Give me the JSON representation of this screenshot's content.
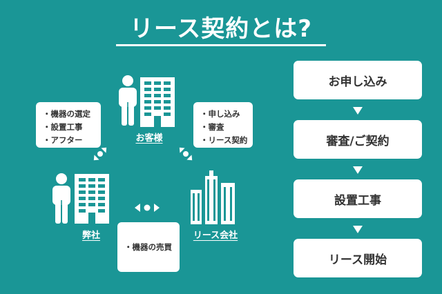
{
  "title": "リース契約とは?",
  "entities": {
    "customer_label": "お客様",
    "company_label": "弊社",
    "leasing_label": "リース会社"
  },
  "notes": {
    "customer_company": [
      "・機器の選定",
      "・設置工事",
      "・アフター"
    ],
    "customer_leasing": [
      "・申し込み",
      "・審査",
      "・リース契約"
    ],
    "company_leasing": [
      "・機器の売買"
    ]
  },
  "flow": {
    "steps": [
      "お申し込み",
      "審査/ご契約",
      "設置工事",
      "リース開始"
    ]
  },
  "colors": {
    "background": "#1a9696",
    "card": "#ffffff",
    "text": "#333333"
  },
  "icons": [
    "person-icon",
    "office-building-icon",
    "tower-buildings-icon",
    "double-arrow-icon"
  ]
}
